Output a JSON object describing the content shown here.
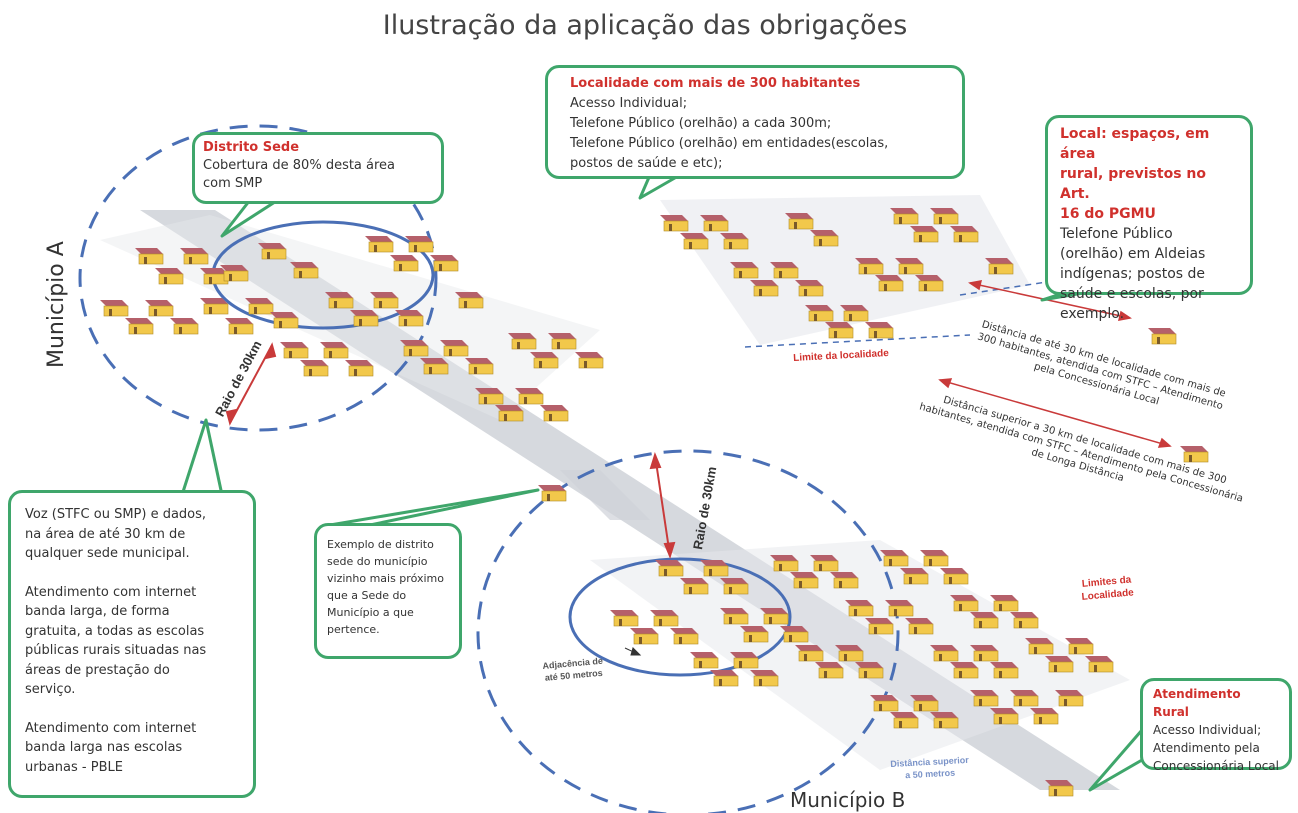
{
  "title": "Ilustração da aplicação das obrigações",
  "municipio_a": "Município A",
  "municipio_b": "Município B",
  "raio_a": "Raio de 30km",
  "raio_b": "Raio de 30km",
  "limite_localidade": "Limite da localidade",
  "limites_localidade_b": [
    "Limites da",
    "Localidade"
  ],
  "adjacencia": [
    "Adjacência de",
    "até 50 metros"
  ],
  "distancia_superior_50": [
    "Distância superior",
    "a 50 metros"
  ],
  "distancia_ate_30": [
    "Distância de até 30 km de localidade com mais de",
    "300 habitantes, atendida com STFC – Atendimento",
    "pela Concessionária Local"
  ],
  "distancia_superior_30": [
    "Distância superior a 30 km de localidade com mais de 300",
    "habitantes, atendida com STFC – Atendimento pela Concessionária",
    "de Longa Distância"
  ],
  "callouts": {
    "distrito_sede": {
      "title": "Distrito Sede",
      "lines": [
        "Cobertura de 80% desta área",
        "com SMP"
      ]
    },
    "localidade_300": {
      "title": "Localidade com mais de 300 habitantes",
      "lines": [
        "Acesso Individual;",
        "Telefone Público (orelhão) a cada 300m;",
        "Telefone Público (orelhão) em entidades(escolas,",
        "postos de saúde e etc);"
      ]
    },
    "local_rural": {
      "title_lines": [
        "Local: espaços, em área",
        "rural, previstos no Art.",
        "16 do PGMU"
      ],
      "lines": [
        "Telefone Público",
        "(orelhão) em Aldeias",
        "indígenas; postos de",
        "saúde e escolas, por",
        "exemplo."
      ]
    },
    "voz_dados": {
      "lines": [
        "Voz (STFC ou SMP) e dados,",
        "na área de até 30 km de",
        "qualquer sede municipal.",
        "",
        "Atendimento com internet",
        "banda larga, de forma",
        "gratuita, a todas as escolas",
        "públicas rurais situadas nas",
        "áreas de prestação do",
        "serviço.",
        "",
        "Atendimento com internet",
        "banda larga nas escolas",
        "urbanas - PBLE"
      ]
    },
    "exemplo_distrito": {
      "lines": [
        "Exemplo de distrito",
        "sede do município",
        "vizinho mais próximo",
        "que a Sede do",
        "Município a que",
        "pertence."
      ]
    },
    "atendimento_rural": {
      "title": "Atendimento Rural",
      "lines": [
        "Acesso Individual;",
        "Atendimento pela",
        "Concessionária Local"
      ]
    }
  },
  "colors": {
    "border_green": "#3fa66b",
    "title_red": "#d0312d",
    "circle_blue": "#4a6fb5",
    "arrow_red": "#c93a3a",
    "road_gray": "#c9ccd3",
    "house_wall": "#f2c84b",
    "house_roof": "#b5606a"
  }
}
